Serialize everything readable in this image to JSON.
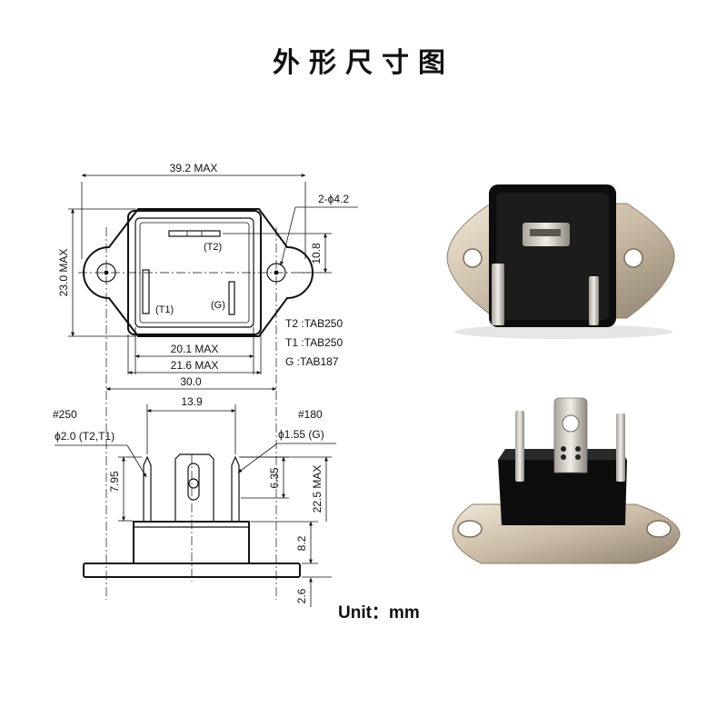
{
  "title": "外形尺寸图",
  "unit_label": "Unit：mm",
  "top_view": {
    "dim_width": "39.2 MAX",
    "dim_hole": "2-ϕ4.2",
    "dim_height": "23.0 MAX",
    "dim_hole_offset": "10.8",
    "dim_body_inner": "20.1 MAX",
    "dim_body_outer": "21.6 MAX",
    "dim_hole_pitch": "30.0",
    "label_t2": "(T2)",
    "label_t1": "(T1)",
    "label_g": "(G)",
    "legend": [
      "T2 :TAB250",
      "T1 :TAB250",
      "G :TAB187"
    ]
  },
  "side_view": {
    "tab_left": "#250",
    "tab_right": "#180",
    "dim_hole_left": "ϕ2.0  (T2,T1)",
    "dim_hole_right": "ϕ1.55 (G)",
    "dim_pitch": "13.9",
    "dim_terminal_left": "7.95",
    "dim_terminal_right": "6.35",
    "dim_total_height": "22.5 MAX",
    "dim_body": "8.2",
    "dim_base": "2.6"
  },
  "colors": {
    "line": "#111111",
    "body_black": "#0d0d0d",
    "metal": "#cdbfa9"
  }
}
